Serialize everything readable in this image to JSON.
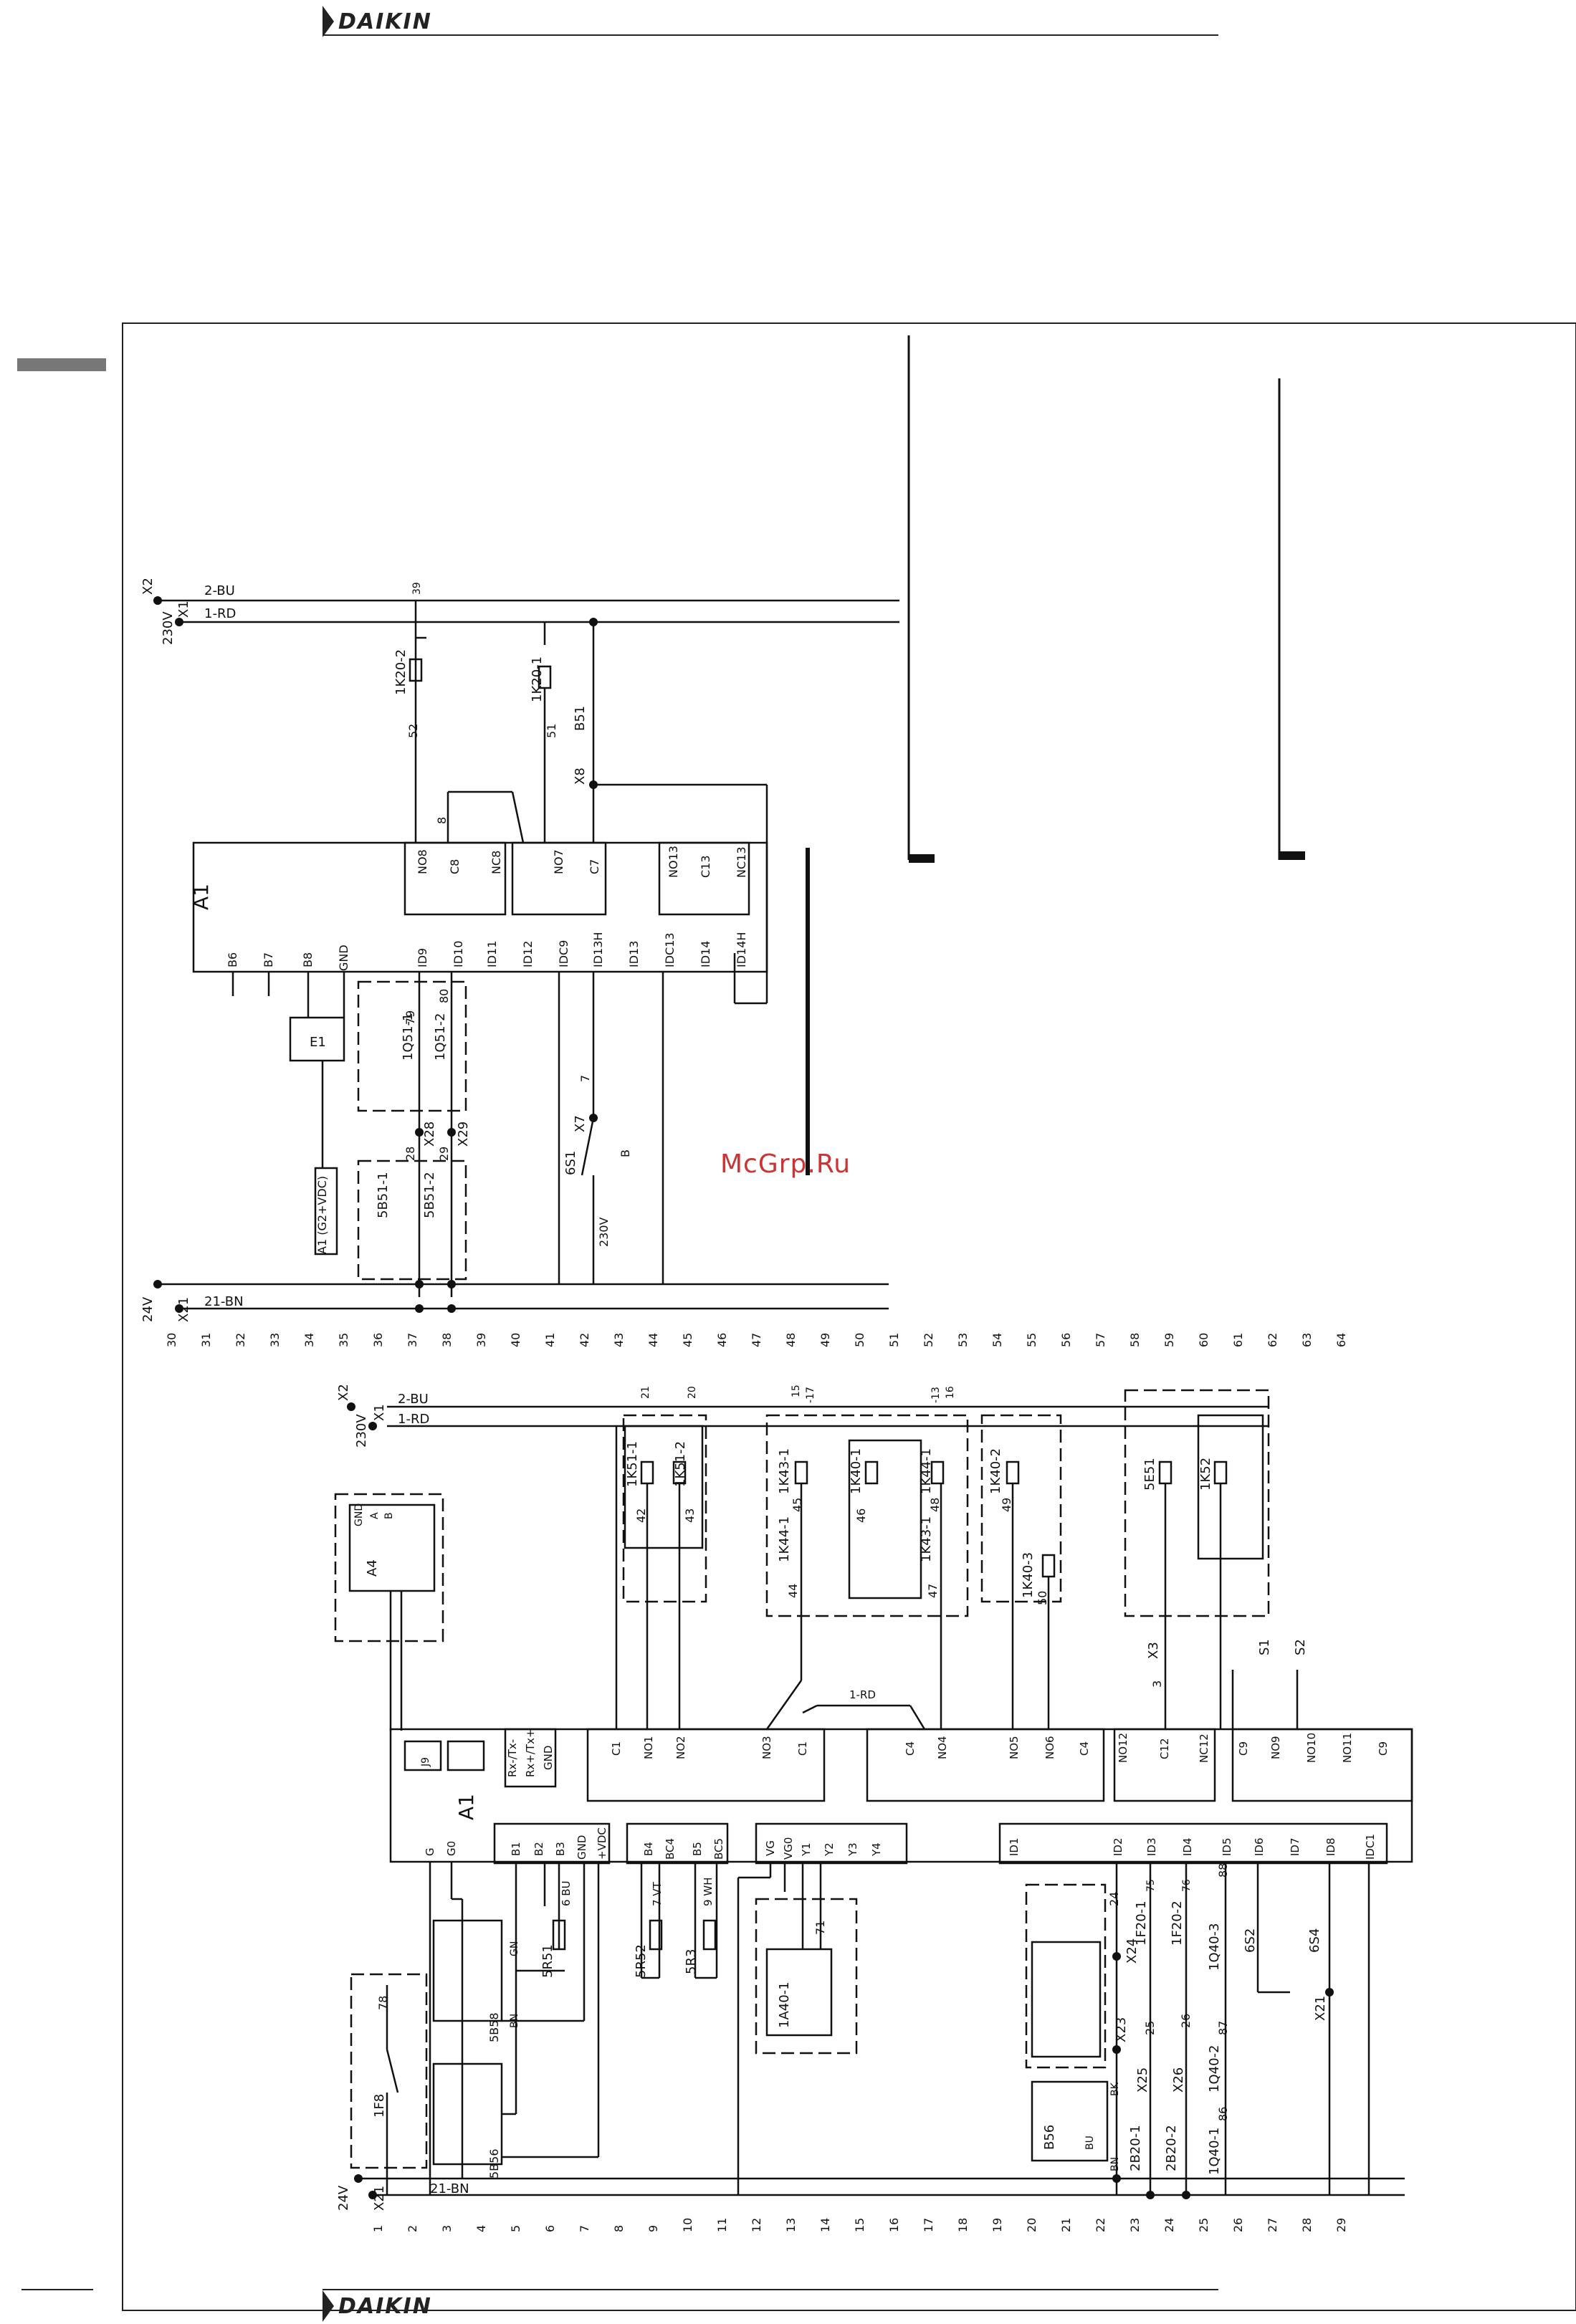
{
  "brand": {
    "name": "DAIKIN"
  },
  "watermark": "McGrp.Ru",
  "upper": {
    "title": "A1",
    "rails": [
      "X2",
      "X1",
      "2-BU",
      "1-RD",
      "230V",
      "24V",
      "X21",
      "21-BN"
    ],
    "ruler": [
      "30",
      "31",
      "32",
      "33",
      "34",
      "35",
      "36",
      "37",
      "38",
      "39",
      "40",
      "41",
      "42",
      "43",
      "44",
      "45",
      "46",
      "47",
      "48",
      "49",
      "50",
      "51",
      "52",
      "53",
      "54",
      "55",
      "56",
      "57",
      "58",
      "59",
      "60",
      "61",
      "62",
      "63",
      "64"
    ],
    "connectors": {
      "J15": [
        "NO8",
        "C8",
        "NC8"
      ],
      "J14": [
        "NO7",
        "C7"
      ],
      "J18": [
        "NO13",
        "C13",
        "NC13"
      ],
      "J6": [
        "B6",
        "B7",
        "B8",
        "GND"
      ],
      "J7": [
        "ID9",
        "ID10",
        "ID11",
        "ID12",
        "IDC9"
      ],
      "J8": [
        "ID13H",
        "ID13",
        "IDC13",
        "ID14",
        "ID14H"
      ]
    },
    "components": [
      "1K20-2",
      "1K20-1",
      "B51",
      "X8",
      "X7",
      "6S1",
      "1Q51-1",
      "1Q51-2",
      "5B51-1",
      "5B51-2",
      "X28",
      "X29",
      "E1",
      "A1 (G2+VDC)"
    ],
    "wires": [
      "39",
      "52",
      "51",
      "8",
      "7",
      "79",
      "80",
      "28",
      "29",
      "230V",
      "B"
    ]
  },
  "lower": {
    "title": "A1",
    "rails": [
      "X2",
      "X1",
      "2-BU",
      "1-RD",
      "230V",
      "24V",
      "X21",
      "21-BN"
    ],
    "ruler": [
      "1",
      "2",
      "3",
      "4",
      "5",
      "6",
      "7",
      "8",
      "9",
      "10",
      "11",
      "12",
      "13",
      "14",
      "15",
      "16",
      "17",
      "18",
      "19",
      "20",
      "21",
      "22",
      "23",
      "24",
      "25",
      "26",
      "27",
      "28",
      "29"
    ],
    "connectors": {
      "J9": [],
      "J10": [],
      "J11": [
        "Rx-/Tx-",
        "Rx+/Tx+",
        "GND"
      ],
      "J12": [
        "C1",
        "NO1",
        "NO2",
        "NO3",
        "C1"
      ],
      "J13": [
        "C4",
        "NO4",
        "NO5",
        "NO6",
        "C4"
      ],
      "J17": [
        "NO12",
        "C12",
        "NC12"
      ],
      "J16": [
        "C9",
        "NO9",
        "NO10",
        "NO11",
        "C9"
      ],
      "J1": [
        "G",
        "G0"
      ],
      "J2": [
        "B1",
        "B2",
        "B3",
        "GND",
        "+VDC"
      ],
      "J3": [
        "B4",
        "BC4",
        "B5",
        "BC5"
      ],
      "J4": [
        "VG",
        "VG0",
        "Y1",
        "Y2",
        "Y3",
        "Y4"
      ],
      "J5": [
        "ID1",
        "ID2",
        "ID3",
        "ID4",
        "ID5",
        "ID6",
        "ID7",
        "ID8",
        "IDC1"
      ]
    },
    "components": [
      "A4",
      "1K51-1",
      "1K51-2",
      "1K43-1",
      "1K40-1",
      "1K44-1",
      "1K44-1",
      "1K43-1",
      "1K40-2",
      "1K40-3",
      "5E51",
      "1K52",
      "X3",
      "S1",
      "S2",
      "1F8",
      "5B58",
      "5B56",
      "5R51",
      "5R52",
      "5R3",
      "1A40-1",
      "B56",
      "X24",
      "X23",
      "X25",
      "X26",
      "1F20-1",
      "1F20-2",
      "2B20-1",
      "2B20-2",
      "1Q40-1",
      "1Q40-2",
      "1Q40-3",
      "6S2",
      "6S4",
      "X21",
      "1-RD",
      "GND",
      "A",
      "B"
    ],
    "wires": [
      "21",
      "20",
      "15",
      "-17",
      "-13",
      "16",
      "42",
      "43",
      "45",
      "46",
      "48",
      "44",
      "47",
      "49",
      "50",
      "3",
      "78",
      "6 BU",
      "7 VT",
      "9 WH",
      "GN",
      "BN",
      "71",
      "24",
      "25",
      "26",
      "75",
      "76",
      "87",
      "86",
      "88",
      "BK",
      "BU",
      "BN"
    ]
  }
}
